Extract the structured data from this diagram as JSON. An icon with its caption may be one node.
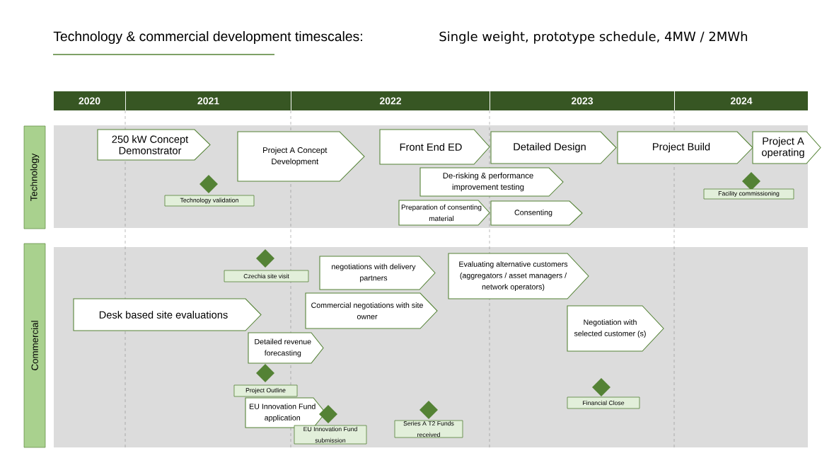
{
  "diagram": {
    "title": "Technology & commercial development timescales:",
    "nodes": [
      {
        "text": [
          "2020"
        ]
      },
      {
        "text": [
          "2021"
        ]
      },
      {
        "text": [
          "2022"
        ]
      },
      {
        "text": [
          "2023"
        ]
      },
      {
        "text": [
          "2024"
        ]
      },
      {
        "text": [
          "Technology"
        ]
      },
      {
        "text": [
          "250 kW Concept Demonstrator"
        ]
      },
      {
        "text": [
          "Project A Concept Development"
        ]
      },
      {
        "text": [
          "Front End ED"
        ]
      },
      {
        "text": [
          "Detailed Design"
        ]
      },
      {
        "text": [
          "Project Build"
        ]
      },
      {
        "text": [
          "Project A operating"
        ]
      },
      {
        "text": [
          "De-risking & performance improvement testing"
        ]
      },
      {
        "text": [
          "Technology validation"
        ]
      },
      {
        "text": [
          "Facility commissioning"
        ]
      },
      {
        "text": [
          "Preparation of consenting material"
        ]
      },
      {
        "text": [
          "Consenting"
        ]
      },
      {
        "text": [
          "Commercial"
        ]
      },
      {
        "text": [
          "Czechia site visit"
        ]
      },
      {
        "text": [
          "negotiations with delivery partners"
        ]
      },
      {
        "text": [
          "Evaluating alternative customers (aggregators / asset managers / network operators)"
        ]
      },
      {
        "text": [
          "Desk based site evaluations"
        ]
      },
      {
        "text": [
          "Commercial negotiations with site owner"
        ]
      },
      {
        "text": [
          "Negotiation with selected customer (s)"
        ]
      },
      {
        "text": [
          "Detailed revenue forecasting"
        ]
      },
      {
        "text": [
          "Project Outline"
        ]
      },
      {
        "text": [
          "Financial Close"
        ]
      },
      {
        "text": [
          "EU Innovation Fund application"
        ]
      },
      {
        "text": [
          "EU Innovation Fund submission"
        ]
      },
      {
        "text": [
          "Series A T2 Funds received"
        ]
      }
    ],
    "labels": [
      "Single weight, prototype schedule, 4MW / 2MWh"
    ]
  }
}
